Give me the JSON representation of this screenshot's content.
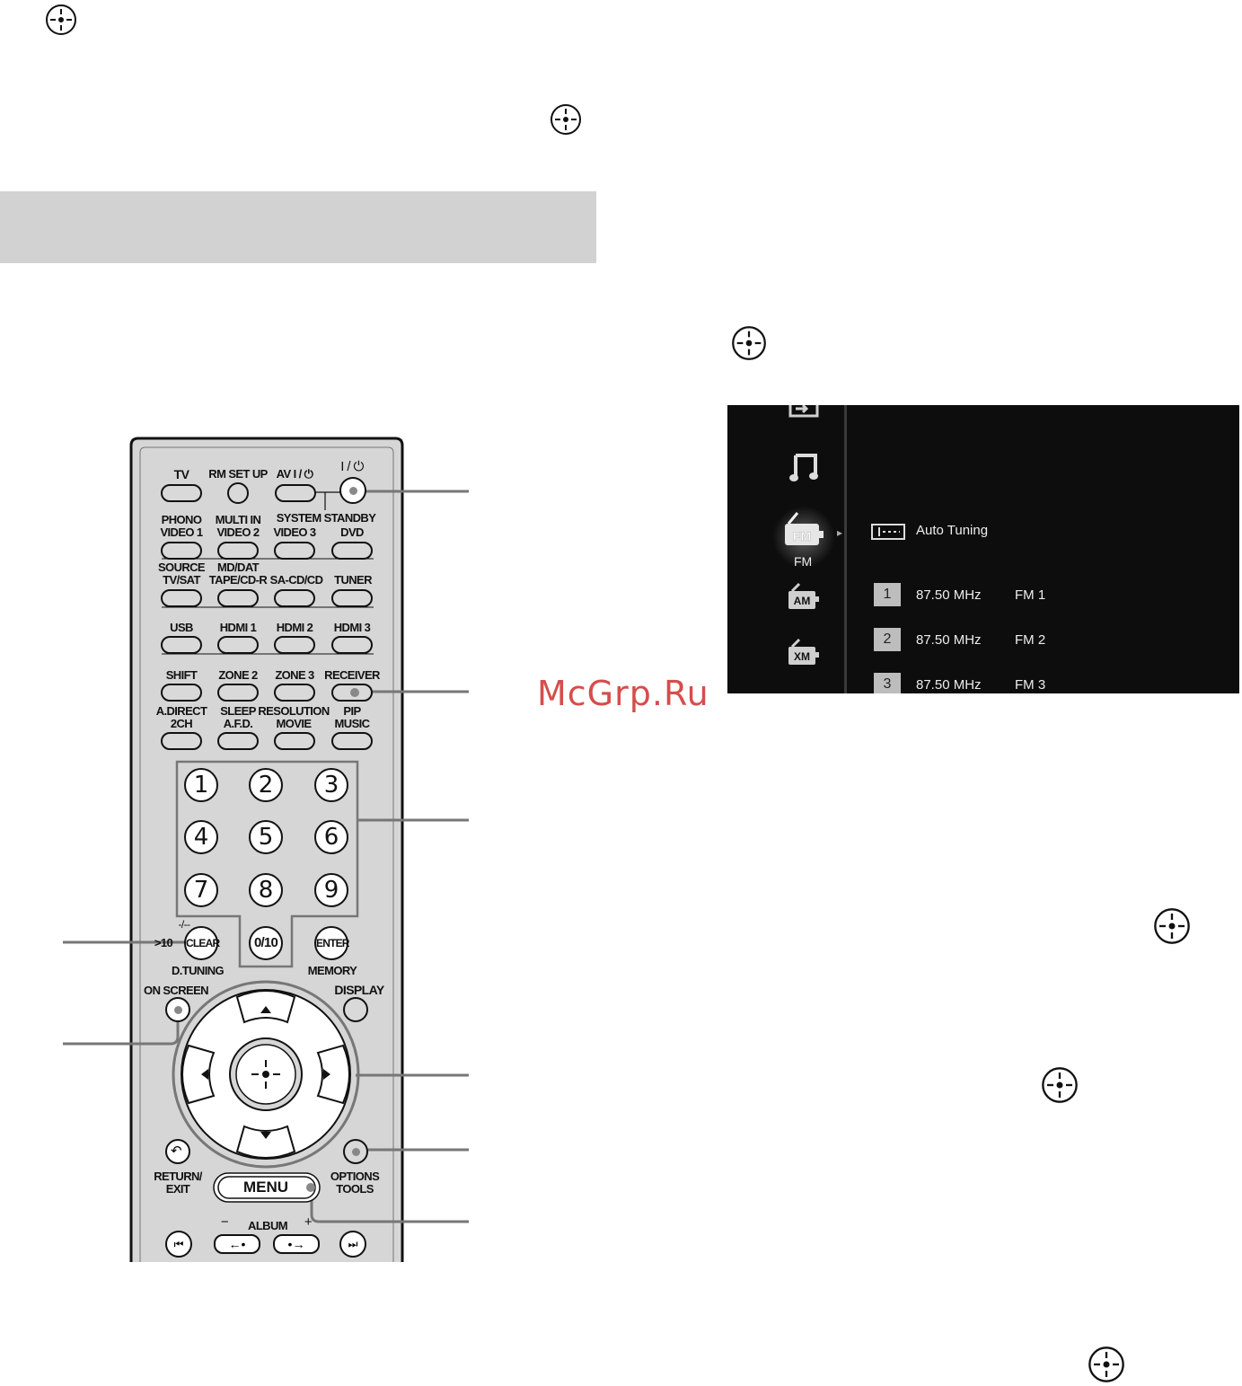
{
  "remote": {
    "row1": {
      "tv": "TV",
      "rm_setup": "RM SET UP",
      "av_power": "AV I / ⏻",
      "power": "I / ⏻"
    },
    "row2": {
      "phono_top": "PHONO",
      "phono_bottom": "VIDEO 1",
      "multi_top": "MULTI IN",
      "multi_bottom": "VIDEO 2",
      "system_standby": "SYSTEM STANDBY",
      "video3": "VIDEO 3",
      "dvd": "DVD"
    },
    "row3": {
      "source_top": "SOURCE",
      "source_bottom": "TV/SAT",
      "md_top": "MD/DAT",
      "md_bottom": "TAPE/CD-R",
      "sacd": "SA-CD/CD",
      "tuner": "TUNER"
    },
    "row4": {
      "usb": "USB",
      "hdmi1": "HDMI 1",
      "hdmi2": "HDMI 2",
      "hdmi3": "HDMI 3"
    },
    "row5": {
      "shift": "SHIFT",
      "zone2": "ZONE 2",
      "zone3": "ZONE 3",
      "receiver": "RECEIVER"
    },
    "row6": {
      "adirect_top": "A.DIRECT",
      "adirect_bottom": "2CH",
      "sleep_top": "SLEEP",
      "sleep_bottom": "A.F.D.",
      "res_top": "RESOLUTION",
      "res_bottom": "MOVIE",
      "pip_top": "PIP",
      "pip_bottom": "MUSIC"
    },
    "numbers": [
      "1",
      "2",
      "3",
      "4",
      "5",
      "6",
      "7",
      "8",
      "9"
    ],
    "dash_label": "-/--",
    "gt10_label": ">10",
    "clear": "CLEAR",
    "zero_ten": "0/10",
    "enter": "ENTER",
    "d_tuning": "D.TUNING",
    "memory": "MEMORY",
    "on_screen": "ON SCREEN",
    "display": "DISPLAY",
    "return_top": "RETURN/",
    "return_bottom": "EXIT",
    "options_top": "OPTIONS",
    "options_bottom": "TOOLS",
    "menu": "MENU",
    "album": "ALBUM",
    "album_minus": "−",
    "album_plus": "+"
  },
  "screen": {
    "selected_category": "FM",
    "auto_tuning": "Auto Tuning",
    "presets": [
      {
        "num": "1",
        "freq": "87.50 MHz",
        "name": "FM 1"
      },
      {
        "num": "2",
        "freq": "87.50 MHz",
        "name": "FM 2"
      },
      {
        "num": "3",
        "freq": "87.50 MHz",
        "name": "FM 3"
      }
    ],
    "icons": [
      "input-icon",
      "music-icon",
      "fm-radio-icon",
      "am-radio-icon",
      "xm-radio-icon"
    ]
  },
  "watermark": "McGrp.Ru"
}
